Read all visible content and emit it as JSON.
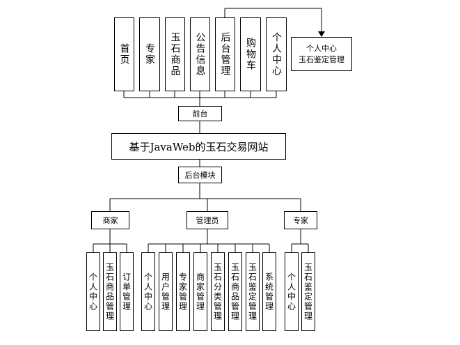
{
  "diagram": {
    "root": "基于JavaWeb的玉石交易网站",
    "front": {
      "label": "前台",
      "modules": [
        "首页",
        "专家",
        "玉石商品",
        "公告信息",
        "后台管理",
        "购物车",
        "个人中心"
      ],
      "admin_target": [
        "个人中心",
        "玉石鉴定管理"
      ]
    },
    "back": {
      "label": "后台模块",
      "roles": [
        {
          "label": "商家",
          "modules": [
            "个人中心",
            "玉石商品管理",
            "订单管理"
          ]
        },
        {
          "label": "管理员",
          "modules": [
            "个人中心",
            "用户管理",
            "专家管理",
            "商家管理",
            "玉石分类管理",
            "玉石商品管理",
            "玉石鉴定管理",
            "系统管理"
          ]
        },
        {
          "label": "专家",
          "modules": [
            "个人中心",
            "玉石鉴定管理"
          ]
        }
      ]
    }
  }
}
